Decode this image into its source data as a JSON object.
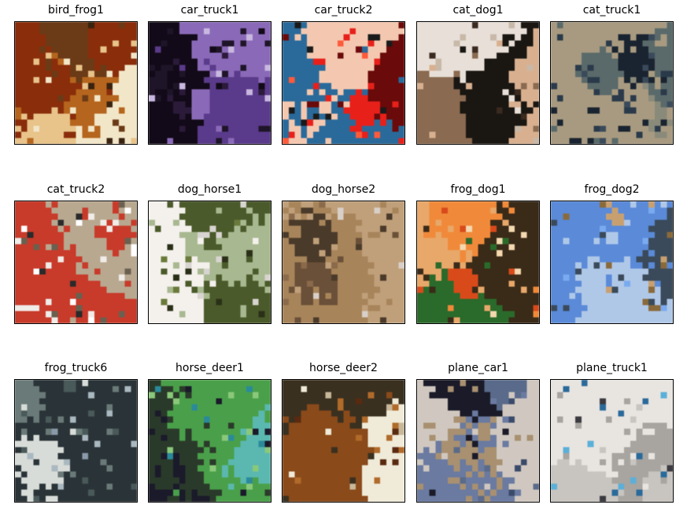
{
  "figure": {
    "images": [
      {
        "title": "bird_frog1",
        "palette": [
          "#6b3a16",
          "#b5651d",
          "#e8c38a",
          "#f2e6c8",
          "#8a2d0a",
          "#3a2210"
        ]
      },
      {
        "title": "car_truck1",
        "palette": [
          "#120a18",
          "#2b1a3a",
          "#5a3a8a",
          "#8a6ab8",
          "#1e1528",
          "#c8b8e0"
        ]
      },
      {
        "title": "car_truck2",
        "palette": [
          "#e8201a",
          "#ff5a3a",
          "#1a1a1a",
          "#2a6a9a",
          "#f4c8b0",
          "#6a0a0a"
        ]
      },
      {
        "title": "cat_dog1",
        "palette": [
          "#d8b090",
          "#3a2a20",
          "#1a1612",
          "#c8b8a8",
          "#e8e0d8",
          "#8a6a50"
        ]
      },
      {
        "title": "cat_truck1",
        "palette": [
          "#2a3a4a",
          "#3a4a5a",
          "#5a6a6a",
          "#8a8a7a",
          "#1a2430",
          "#a89a80"
        ]
      },
      {
        "title": "cat_truck2",
        "palette": [
          "#ffffff",
          "#f0ece8",
          "#c83a2a",
          "#2a2a2a",
          "#b8a890",
          "#6a6050"
        ]
      },
      {
        "title": "dog_horse1",
        "palette": [
          "#f4f0ec",
          "#d8d4d0",
          "#4a5a2a",
          "#6a7a3a",
          "#2a3018",
          "#a8b890"
        ]
      },
      {
        "title": "dog_horse2",
        "palette": [
          "#8a6a4a",
          "#a8845a",
          "#6a5038",
          "#d8d0c8",
          "#4a3a2a",
          "#c0a07a"
        ]
      },
      {
        "title": "frog_dog1",
        "palette": [
          "#d84a1a",
          "#e8a86a",
          "#f4d8b0",
          "#3a2a18",
          "#2a6a2a",
          "#f08a3a"
        ]
      },
      {
        "title": "frog_dog2",
        "palette": [
          "#5a8ad8",
          "#7aaaf0",
          "#8a6a3a",
          "#c8a070",
          "#3a4a5a",
          "#b0c8e8"
        ]
      },
      {
        "title": "frog_truck6",
        "palette": [
          "#8a9aa8",
          "#aab8c0",
          "#4a5a5a",
          "#d8dcd8",
          "#2a3438",
          "#6a7a78"
        ]
      },
      {
        "title": "horse_deer1",
        "palette": [
          "#2a8a9a",
          "#1a1a2a",
          "#4aa04a",
          "#8ac87a",
          "#2a3a2a",
          "#5ab8b0"
        ]
      },
      {
        "title": "horse_deer2",
        "palette": [
          "#f0ead8",
          "#8a4a1a",
          "#b06a2a",
          "#5a2a10",
          "#c8b89a",
          "#3a3020"
        ]
      },
      {
        "title": "plane_car1",
        "palette": [
          "#3a4a6a",
          "#5a6a8a",
          "#1a1a28",
          "#a89070",
          "#d0c8c0",
          "#6a7aa0"
        ]
      },
      {
        "title": "plane_truck1",
        "palette": [
          "#c8c4c0",
          "#a8a4a0",
          "#5ab0d8",
          "#2a6a9a",
          "#e8e4e0",
          "#3a3a40"
        ]
      }
    ]
  }
}
